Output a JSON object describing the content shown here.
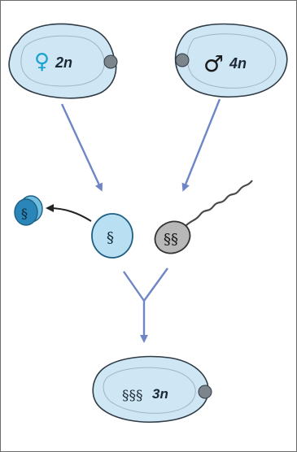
{
  "colors": {
    "shell_fill": "#cfe6f4",
    "shell_stroke": "#2f3b45",
    "female_accent": "#1aa3cf",
    "arrow": "#6f86c6",
    "egg_fill": "#b9dff2",
    "sperm_fill": "#b8b8b8",
    "polar_body": "#2a86b8"
  },
  "female_oyster": {
    "symbol": "♀",
    "ploidy": "2n"
  },
  "male_oyster": {
    "symbol": "♂",
    "ploidy": "4n"
  },
  "offspring_oyster": {
    "chromosomes": "§§§",
    "ploidy": "3n"
  },
  "egg": {
    "chromosomes": "§"
  },
  "sperm": {
    "chromosomes": "§§"
  },
  "polar_body": {
    "chromosomes": "§"
  }
}
